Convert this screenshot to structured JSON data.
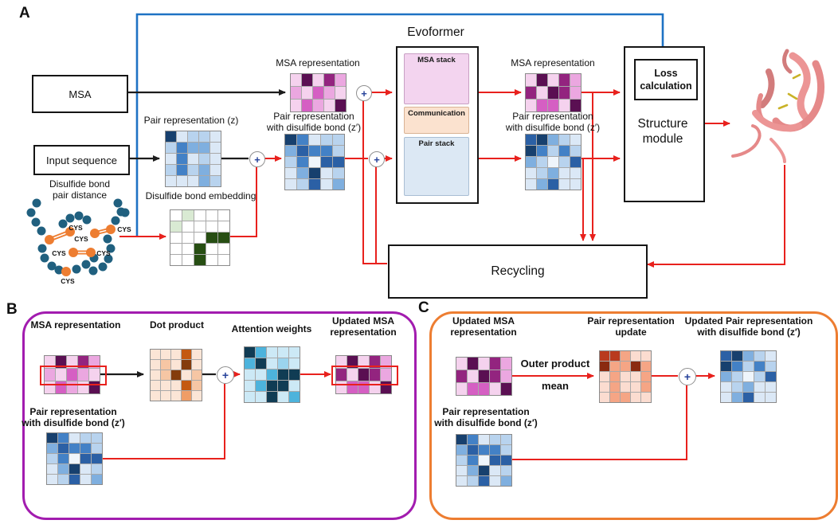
{
  "symbols": {
    "plus": "+"
  },
  "colors": {
    "arrow_red": "#e8211d",
    "arrow_blue": "#1e72c4",
    "arrow_black": "#1c1c1c",
    "panel_b_border": "#a21caf",
    "panel_c_border": "#ed7d31",
    "teal_bead": "#20607f",
    "orange_bead": "#ed7d31"
  },
  "panel_a": {
    "label": "A",
    "msa_box": "MSA",
    "input_box": "Input sequence",
    "disulfide_distance_label": [
      "Disulfide bond",
      "pair distance"
    ],
    "cys_labels": [
      "CYS",
      "CYS",
      "CYS",
      "CYS",
      "CYS",
      "CYS"
    ],
    "pair_z_label": "Pair representation (z)",
    "embedding_label": "Disulfide bond embedding",
    "msa_repr_label": "MSA representation",
    "pair_zprime_label": [
      "Pair representation",
      "with disulfide bond (z′)"
    ],
    "evoformer": {
      "title": "Evoformer",
      "msa_stack": "MSA stack",
      "communication": "Communication",
      "pair_stack": "Pair stack"
    },
    "msa_repr_out_label": "MSA representation",
    "pair_zprime_out_label": [
      "Pair representation",
      "with disulfide bond (z′)"
    ],
    "loss_label": [
      "Loss",
      "calculation"
    ],
    "structure_label": [
      "Structure",
      "module"
    ],
    "recycling_label": "Recycling"
  },
  "panel_b": {
    "label": "B",
    "msa_repr_label": "MSA representation",
    "dot_product_label": "Dot product",
    "attention_label": "Attention weights",
    "updated_msa_label": [
      "Updated MSA",
      "representation"
    ],
    "pair_zprime_label": [
      "Pair representation",
      "with disulfide bond (z′)"
    ]
  },
  "panel_c": {
    "label": "C",
    "updated_msa_label": [
      "Updated MSA",
      "representation"
    ],
    "outer_product_label": [
      "Outer product",
      "mean"
    ],
    "pair_update_label": [
      "Pair representation",
      "update"
    ],
    "updated_pair_label": [
      "Updated Pair representation",
      "with disulfide bond (z′)"
    ],
    "pair_zprime_label": [
      "Pair representation",
      "with disulfide bond (z′)"
    ]
  },
  "matrices": {
    "palette": {
      "p1": "#f5d2ee",
      "p2": "#eba7e0",
      "p3": "#d55fc3",
      "p4": "#93247f",
      "p5": "#5a0f52",
      "b1": "#dbe8f6",
      "b2": "#b8d3ee",
      "b3": "#7fafdf",
      "b4": "#4381c6",
      "b5": "#2b60a5",
      "b6": "#17406e",
      "bw": "#eff5fb",
      "g0": "#ffffff",
      "g1": "#d9ead3",
      "g2": "#274e13",
      "o1": "#fbe5d6",
      "o2": "#f6c6a4",
      "o3": "#ef9d66",
      "o4": "#c45911",
      "o5": "#843c0c",
      "c1": "#cce9f6",
      "c2": "#9bd4ee",
      "c3": "#4db3dc",
      "c4": "#103c54",
      "r1": "#fbdcd0",
      "r2": "#f5a585",
      "r4": "#b93a1e",
      "r5": "#8a2a10"
    },
    "msa_initial": [
      [
        "p1",
        "p5",
        "p1",
        "p4",
        "p2"
      ],
      [
        "p2",
        "p1",
        "p3",
        "p2",
        "p1"
      ],
      [
        "p1",
        "p3",
        "p2",
        "p1",
        "p5"
      ]
    ],
    "msa_updated": [
      [
        "p1",
        "p5",
        "p1",
        "p4",
        "p2"
      ],
      [
        "p4",
        "p1",
        "p5",
        "p4",
        "p2"
      ],
      [
        "p1",
        "p3",
        "p3",
        "p1",
        "p5"
      ]
    ],
    "pair_z": [
      [
        "b6",
        "b1",
        "b2",
        "b2",
        "b1"
      ],
      [
        "b2",
        "b4",
        "b3",
        "b3",
        "b1"
      ],
      [
        "b1",
        "b4",
        "b1",
        "b2",
        "b1"
      ],
      [
        "b2",
        "b4",
        "b2",
        "b3",
        "b1"
      ],
      [
        "b1",
        "b1",
        "b1",
        "b3",
        "b2"
      ]
    ],
    "pair_zprime": [
      [
        "b6",
        "b4",
        "b1",
        "b2",
        "b2"
      ],
      [
        "b3",
        "b5",
        "b4",
        "b4",
        "b2"
      ],
      [
        "b2",
        "b4",
        "bw",
        "b5",
        "b5"
      ],
      [
        "b1",
        "b3",
        "b6",
        "b1",
        "b2"
      ],
      [
        "b1",
        "b2",
        "b5",
        "b1",
        "b3"
      ]
    ],
    "pair_zprime_out": [
      [
        "b5",
        "b6",
        "b3",
        "b2",
        "b1"
      ],
      [
        "b6",
        "b4",
        "b2",
        "b4",
        "b2"
      ],
      [
        "b3",
        "b2",
        "bw",
        "b2",
        "b5"
      ],
      [
        "b1",
        "b2",
        "b3",
        "b1",
        "b1"
      ],
      [
        "b1",
        "b3",
        "b5",
        "b1",
        "b1"
      ]
    ],
    "embedding": [
      [
        "g0",
        "g1",
        "g0",
        "g0",
        "g0"
      ],
      [
        "g1",
        "g0",
        "g0",
        "g0",
        "g0"
      ],
      [
        "g0",
        "g0",
        "g0",
        "g2",
        "g2"
      ],
      [
        "g0",
        "g0",
        "g2",
        "g0",
        "g0"
      ],
      [
        "g0",
        "g0",
        "g2",
        "g0",
        "g0"
      ]
    ],
    "dot_product": [
      [
        "o1",
        "o1",
        "o1",
        "o4",
        "o1"
      ],
      [
        "o1",
        "o2",
        "o1",
        "o5",
        "o1"
      ],
      [
        "o1",
        "o2",
        "o5",
        "o1",
        "o2"
      ],
      [
        "o1",
        "o1",
        "o1",
        "o4",
        "o2"
      ],
      [
        "o1",
        "o1",
        "o1",
        "o3",
        "o1"
      ]
    ],
    "attention": [
      [
        "c4",
        "c3",
        "c1",
        "c1",
        "c1"
      ],
      [
        "c3",
        "c4",
        "c1",
        "c2",
        "c1"
      ],
      [
        "c1",
        "c1",
        "c3",
        "c4",
        "c4"
      ],
      [
        "c1",
        "c3",
        "c4",
        "c4",
        "c1"
      ],
      [
        "c1",
        "c1",
        "c4",
        "c1",
        "c3"
      ]
    ],
    "pair_update": [
      [
        "r4",
        "r4",
        "r2",
        "r1",
        "r1"
      ],
      [
        "r5",
        "r2",
        "r2",
        "r5",
        "r2"
      ],
      [
        "r1",
        "r2",
        "r1",
        "r1",
        "r2"
      ],
      [
        "r1",
        "r2",
        "r1",
        "r1",
        "r2"
      ],
      [
        "r1",
        "r2",
        "r2",
        "r1",
        "r1"
      ]
    ]
  }
}
